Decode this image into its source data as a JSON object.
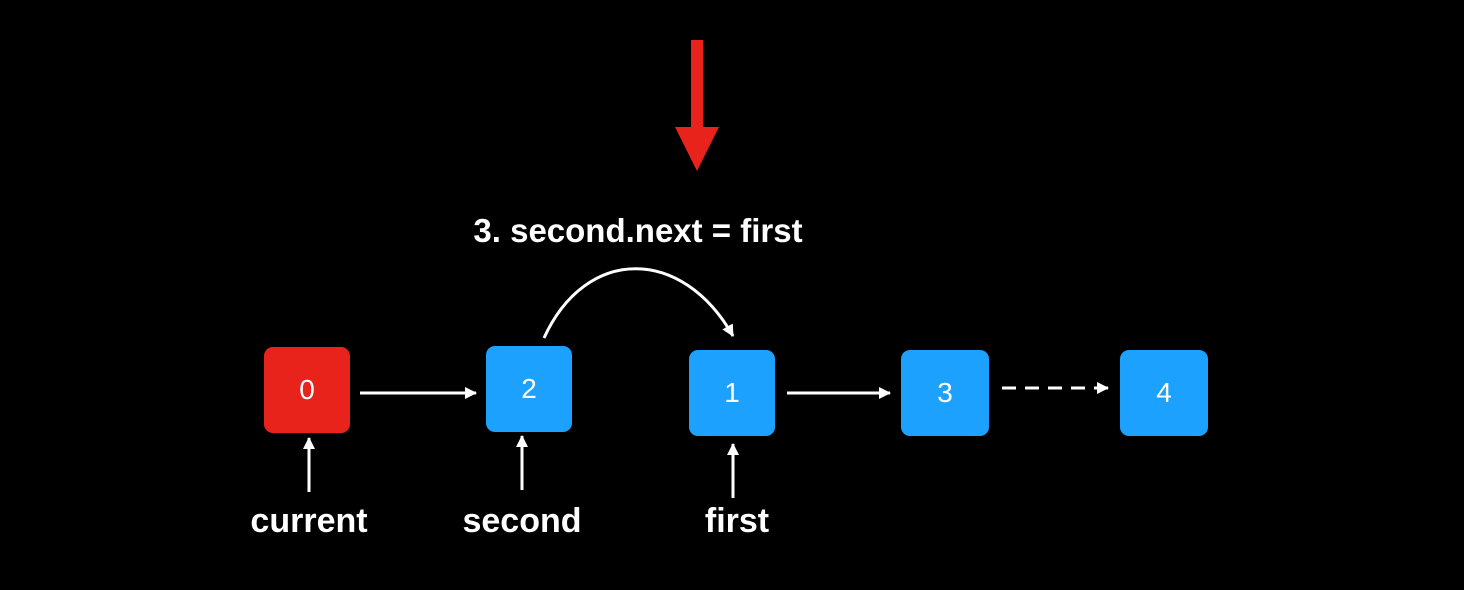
{
  "step_label": "3. second.next = first",
  "nodes": [
    {
      "value": "0",
      "color": "#e8231c"
    },
    {
      "value": "2",
      "color": "#1ca1ff"
    },
    {
      "value": "1",
      "color": "#1ca1ff"
    },
    {
      "value": "3",
      "color": "#1ca1ff"
    },
    {
      "value": "4",
      "color": "#1ca1ff"
    }
  ],
  "pointers": {
    "current": "current",
    "second": "second",
    "first": "first"
  },
  "colors": {
    "background": "#000000",
    "highlight_arrow": "#e8231c",
    "node_red": "#e8231c",
    "node_blue": "#1ca1ff",
    "line": "#ffffff"
  }
}
